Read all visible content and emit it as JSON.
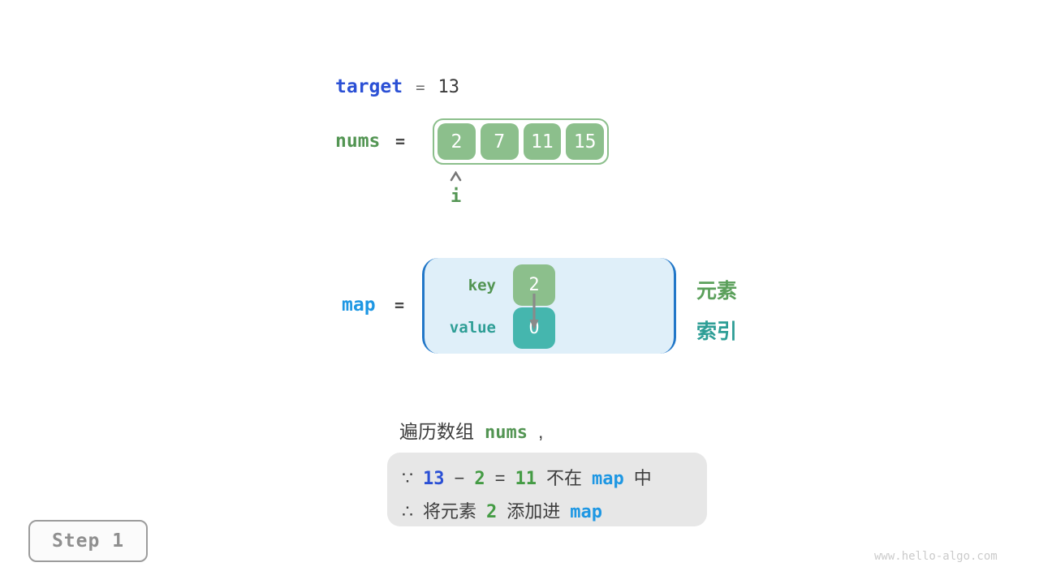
{
  "colors": {
    "green_box": "#8CBF8C",
    "green_text": "#539553",
    "teal_box": "#45B6AE",
    "teal_text": "#2E9E96",
    "royal_blue": "#2B50D5",
    "light_blue": "#1E97E3",
    "bracket_blue": "#2277C8",
    "map_fill": "#DFEFF9",
    "note_fill": "#E7E7E7",
    "step_gray": "#8F8F8F"
  },
  "target_line": {
    "label": "target",
    "eq": "=",
    "value": "13"
  },
  "nums_line": {
    "label": "nums",
    "eq": "="
  },
  "array": {
    "values": [
      "2",
      "7",
      "11",
      "15"
    ],
    "pointer": "i"
  },
  "map": {
    "label": "map",
    "eq": "=",
    "key_label": "key",
    "key_value": "2",
    "value_label": "value",
    "value_value": "0",
    "element_label": "元素",
    "index_label": "索引"
  },
  "caption": {
    "prefix": "遍历数组",
    "code": "nums",
    "comma": ","
  },
  "note": {
    "line1": [
      {
        "t": "∵"
      },
      {
        "t": "13"
      },
      {
        "t": "−"
      },
      {
        "t": "2"
      },
      {
        "t": "="
      },
      {
        "t": "11"
      },
      {
        "t": "不在"
      },
      {
        "t": "map"
      },
      {
        "t": "中"
      }
    ],
    "line2": [
      {
        "t": "∴"
      },
      {
        "t": "将元素"
      },
      {
        "t": "2"
      },
      {
        "t": "添加进"
      },
      {
        "t": "map"
      }
    ]
  },
  "step": {
    "label": "Step 1"
  },
  "watermark": "www.hello-algo.com"
}
